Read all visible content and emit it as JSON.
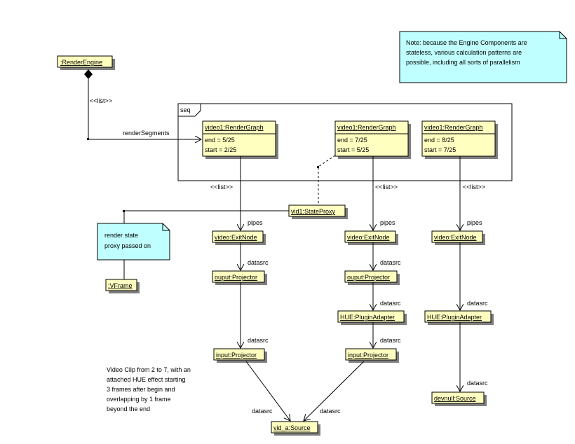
{
  "objects": {
    "render_engine": ":RenderEngine",
    "render_graphs": [
      {
        "name": "video1:RenderGraph",
        "end": "end = 5/25",
        "start": "start = 2/25"
      },
      {
        "name": "video1:RenderGraph",
        "end": "end = 7/25",
        "start": "start = 5/25"
      },
      {
        "name": "video1:RenderGraph",
        "end": "end = 8/25",
        "start": "start = 7/25"
      }
    ],
    "state_proxy": "vid1:StateProxy",
    "vframe": ":VFrame",
    "exit_nodes": [
      "video:ExitNode",
      "video:ExitNode",
      "video:ExitNode"
    ],
    "output_projectors": [
      "ouput:Projector",
      "ouput:Projector"
    ],
    "plugin_adapters": [
      "HUE:PluginAdapter",
      "HUE:PluginAdapter"
    ],
    "input_projectors": [
      "input:Projector",
      "input:Projector"
    ],
    "source": "vid_a:Source",
    "devnull": "devnull:Source"
  },
  "labels": {
    "list": "<<list>>",
    "render_segments": "renderSegments",
    "pipes": "pipes",
    "datasrc": "datasrc",
    "seq": "seq"
  },
  "notes": {
    "top_note": [
      "Note: because the Engine Components are",
      "stateless, various calculation patterns are",
      "possible, including all sorts of parallelism"
    ],
    "proxy_note": [
      "render state",
      "proxy passed on"
    ]
  },
  "caption": [
    "Video Clip from 2 to 7, with an",
    "attached HUE effect starting",
    "3 frames after begin and",
    "overlapping by 1 frame",
    "beyond the end"
  ]
}
